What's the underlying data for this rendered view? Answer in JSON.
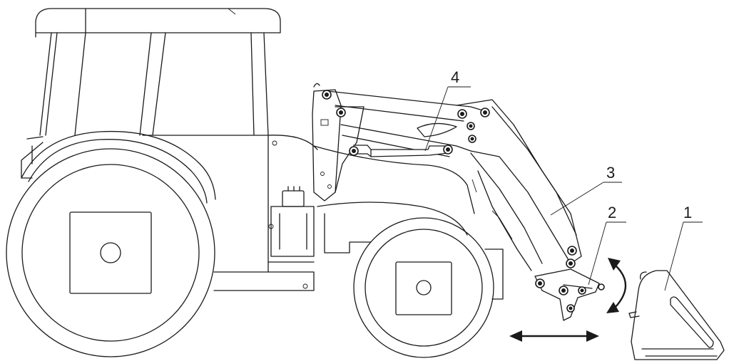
{
  "callouts": [
    {
      "id": "1",
      "label": "1"
    },
    {
      "id": "2",
      "label": "2"
    },
    {
      "id": "3",
      "label": "3"
    },
    {
      "id": "4",
      "label": "4"
    }
  ],
  "colors": {
    "line": "#1a1a1a",
    "background": "#ffffff"
  },
  "icons": [
    "double-headed-horizontal-arrow-icon",
    "curved-double-arrow-icon"
  ]
}
